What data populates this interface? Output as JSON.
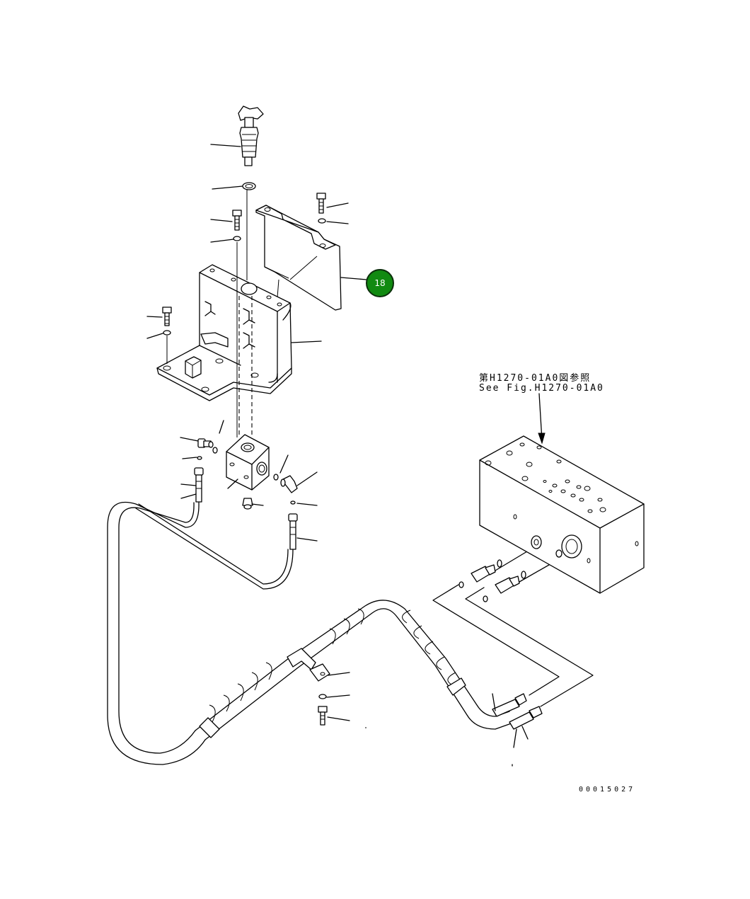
{
  "reference": {
    "japanese": "第H1270-01A0図参照",
    "english": "See Fig.H1270-01A0"
  },
  "callouts": [
    {
      "label": "18",
      "color": "#118a11"
    }
  ],
  "drawing_number": "00015027"
}
